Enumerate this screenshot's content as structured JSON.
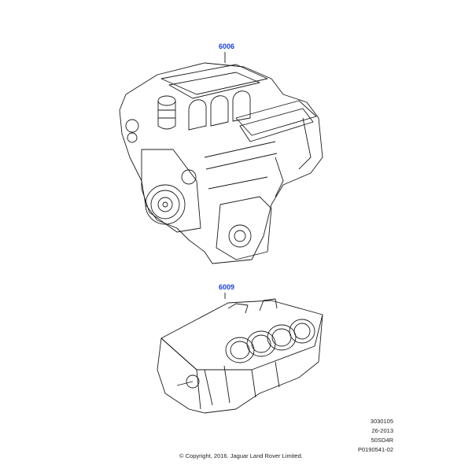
{
  "callouts": {
    "part_1": "6006",
    "part_2": "6009"
  },
  "info_block": {
    "line_1": "3030105",
    "line_2": "26-2013",
    "line_3": "50SD4R",
    "line_4": "P0190541-02"
  },
  "copyright": "© Copyright, 2016. Jaguar Land Rover Limited.",
  "colors": {
    "callout": "#1c3fd0",
    "line_art": "#1a1a1a"
  }
}
